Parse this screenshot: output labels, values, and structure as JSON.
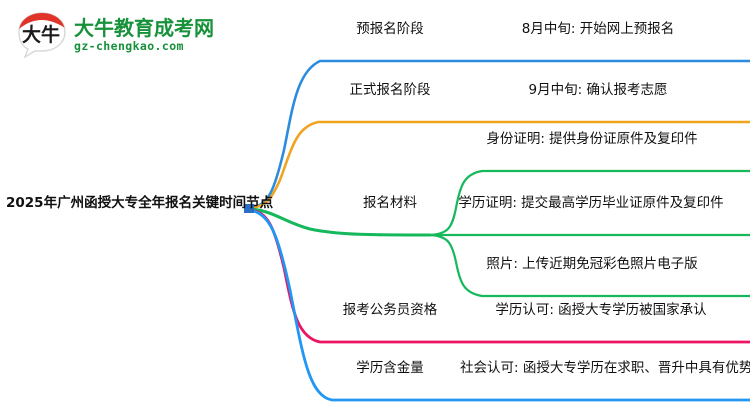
{
  "logo": {
    "mark_icon": "speech-bubble-logo-icon",
    "mark_text": "大牛",
    "title": "大牛教育成考网",
    "subtitle": "gz-chengkao.com",
    "color": "#17913a",
    "mark_top_color": "#e0342a"
  },
  "mindmap": {
    "root": {
      "label": "2025年广州函授大专全年报名关键时间节点"
    },
    "branches": [
      {
        "label": "预报名阶段",
        "color": "#2b8cde",
        "detail": "8月中旬: 开始网上预报名",
        "children": []
      },
      {
        "label": "正式报名阶段",
        "color": "#f0a41f",
        "detail": "9月中旬: 确认报考志愿",
        "children": []
      },
      {
        "label": "报名材料",
        "color": "#16b85c",
        "detail": "",
        "children": [
          "身份证明: 提供身份证原件及复印件",
          "学历证明: 提交最高学历毕业证原件及复印件",
          "照片: 上传近期免冠彩色照片电子版"
        ]
      },
      {
        "label": "报考公务员资格",
        "color": "#ec1464",
        "detail": "学历认可: 函授大专学历被国家承认",
        "children": []
      },
      {
        "label": "学历含金量",
        "color": "#2196f3",
        "detail": "社会认可: 函授大专学历在求职、晋升中具有优势",
        "children": []
      }
    ]
  },
  "colors": {
    "background": "#ffffff",
    "text": "#101010"
  }
}
